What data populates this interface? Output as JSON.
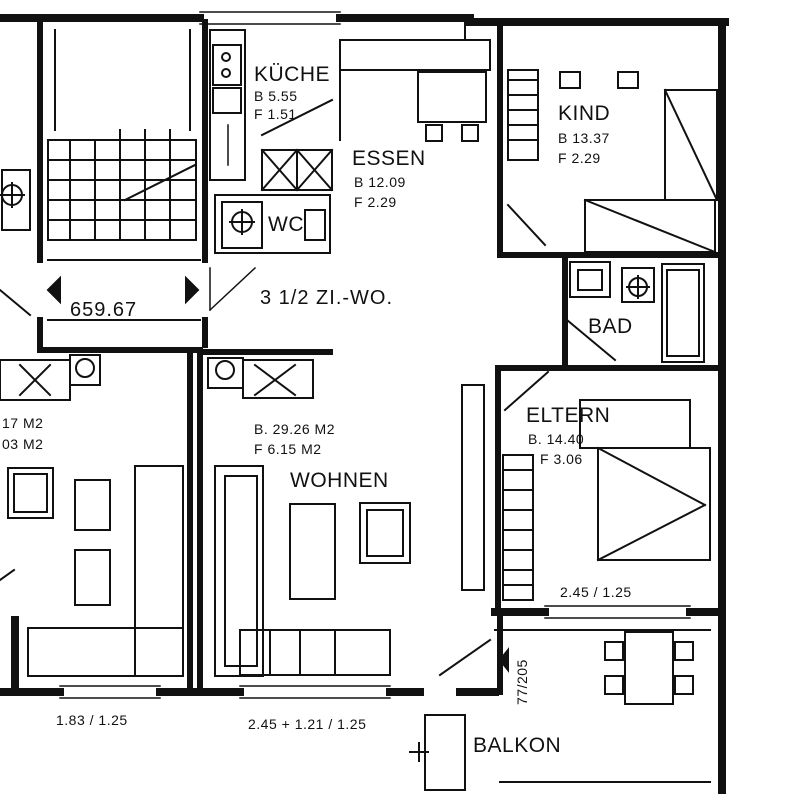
{
  "plan": {
    "unit_label": "3 1/2 ZI.-WO.",
    "level": "659.67",
    "rooms": {
      "kueche": {
        "name": "KÜCHE",
        "b": "B 5.55",
        "f": "F 1.51"
      },
      "essen": {
        "name": "ESSEN",
        "b": "B 12.09",
        "f": "F 2.29"
      },
      "kind": {
        "name": "KIND",
        "b": "B 13.37",
        "f": "F 2.29"
      },
      "wc": {
        "name": "WC"
      },
      "bad": {
        "name": "BAD"
      },
      "eltern": {
        "name": "ELTERN",
        "b": "B. 14.40",
        "f": "F 3.06"
      },
      "wohnen": {
        "name": "WOHNEN",
        "b": "B. 29.26 M2",
        "f": "F 6.15 M2"
      },
      "balkon": {
        "name": "BALKON"
      },
      "left_partial": {
        "b": "17 M2",
        "f": "03 M2"
      }
    },
    "windows": {
      "left": "1.83 / 1.25",
      "living": "2.45 + 1.21 / 1.25",
      "eltern": "2.45 / 1.25",
      "balcony_door": "77/205"
    }
  },
  "colors": {
    "ink": "#111111",
    "paper": "#ffffff"
  }
}
